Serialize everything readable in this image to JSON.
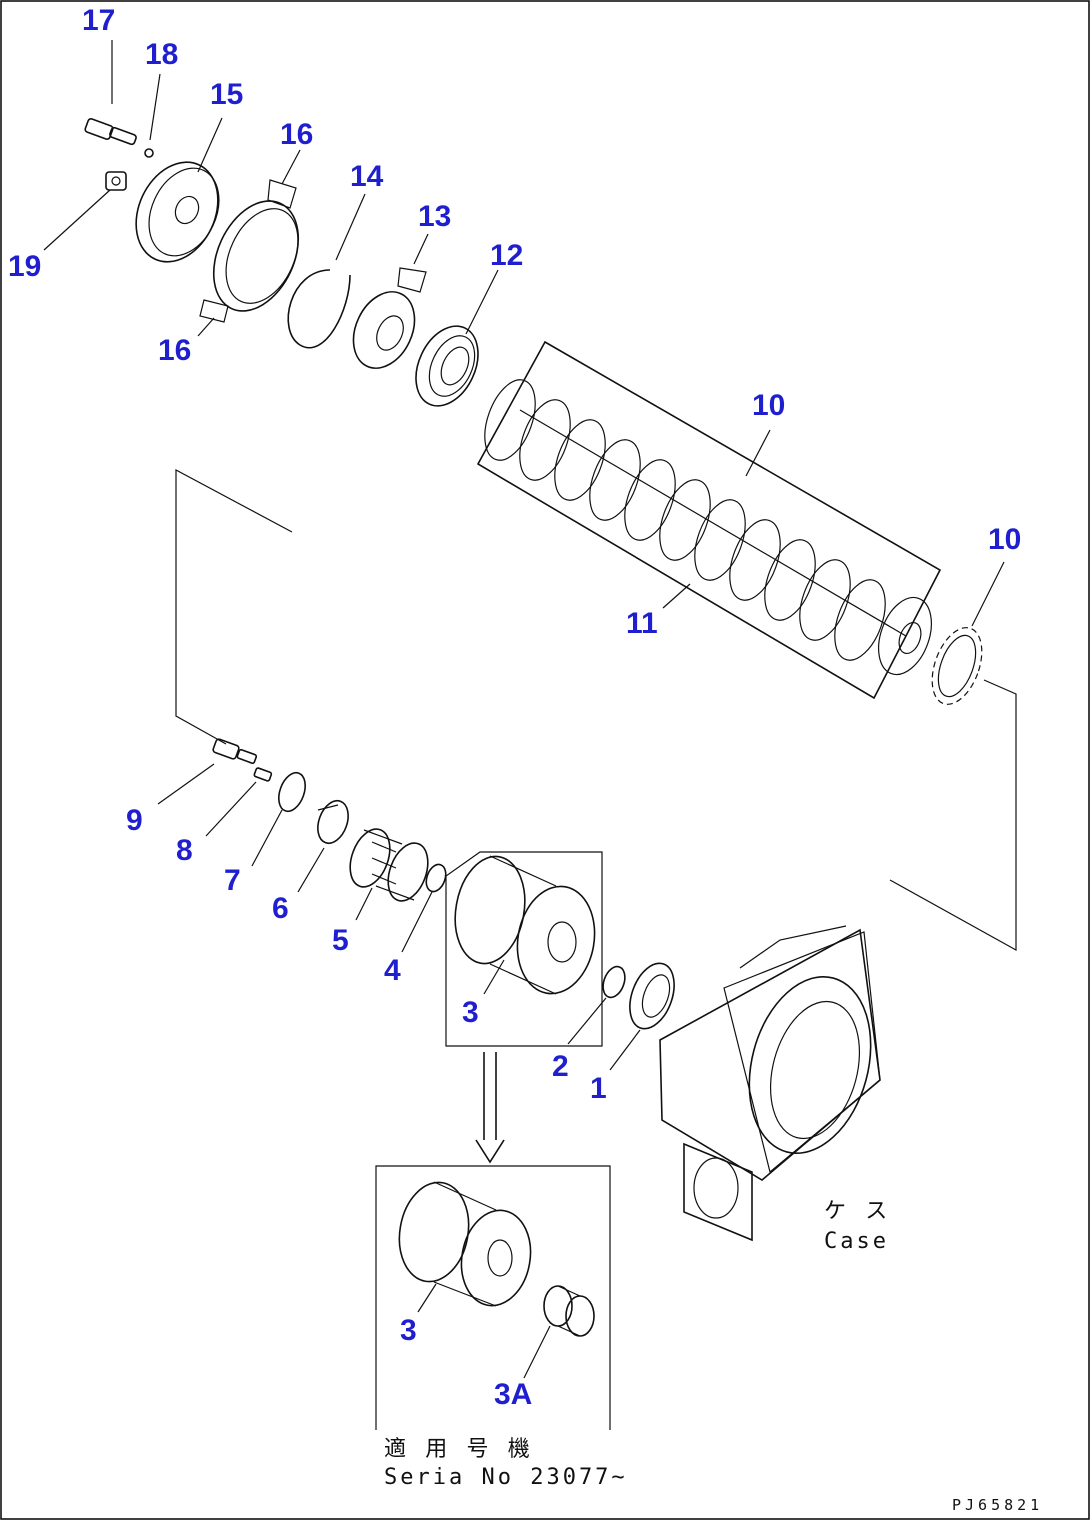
{
  "callouts": {
    "p1": "1",
    "p2": "2",
    "p3": "3",
    "p3_lower": "3",
    "p3a": "3A",
    "p4": "4",
    "p5": "5",
    "p6": "6",
    "p7": "7",
    "p8": "8",
    "p9": "9",
    "p10_upper": "10",
    "p10_lower": "10",
    "p11": "11",
    "p12": "12",
    "p13": "13",
    "p14": "14",
    "p15": "15",
    "p16_upper": "16",
    "p16_lower": "16",
    "p17": "17",
    "p18": "18",
    "p19": "19"
  },
  "case_label": {
    "jp": "ケ ス",
    "en": "Case"
  },
  "serial_note": {
    "jp": "適 用 号 機",
    "en": "Seria  No 23077~"
  },
  "drawing_code": "PJ65821",
  "colors": {
    "callout": "#1f1fd0",
    "line": "#111111",
    "background": "#ffffff"
  }
}
